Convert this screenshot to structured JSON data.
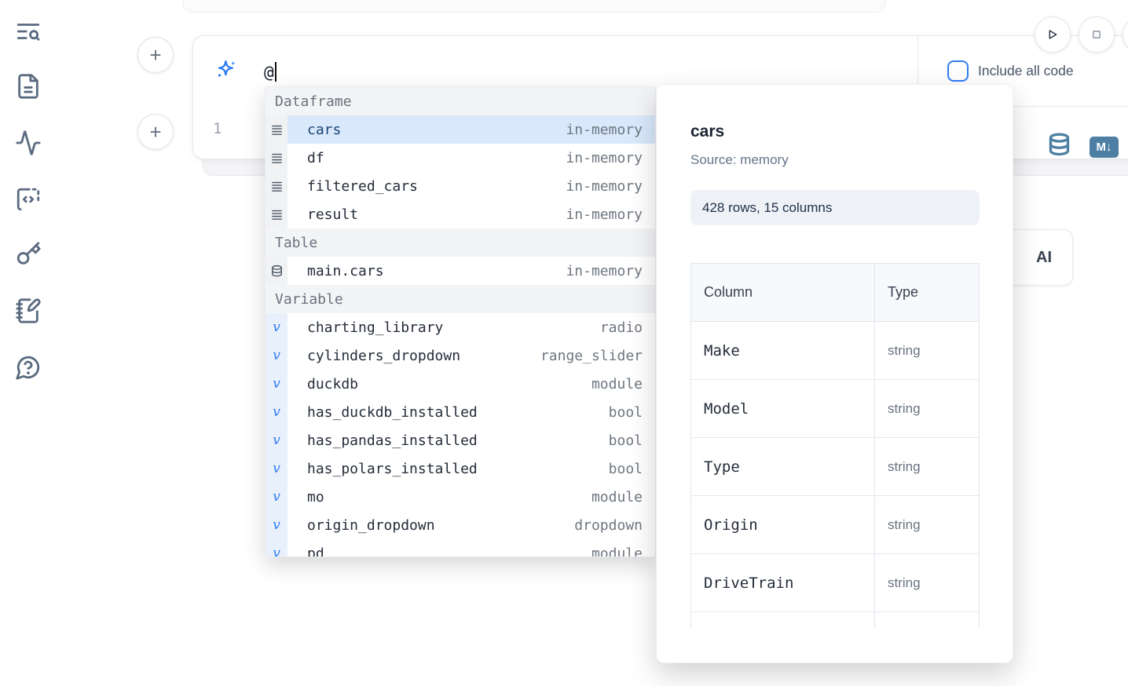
{
  "accent": {
    "blue": "#2f7cf6",
    "steel_blue": "#4d7fa4",
    "selection_bg": "#d9e9fb",
    "selection_text": "#1d4577"
  },
  "sidebar": {
    "items": [
      {
        "icon": "toc-search-icon"
      },
      {
        "icon": "file-text-icon"
      },
      {
        "icon": "activity-icon"
      },
      {
        "icon": "code-snippet-icon"
      },
      {
        "icon": "key-icon"
      },
      {
        "icon": "notebook-pen-icon"
      },
      {
        "icon": "help-chat-icon"
      }
    ]
  },
  "run_controls": {
    "play_icon": "play-icon",
    "stop_icon": "stop-icon"
  },
  "add_buttons": {
    "label": "+"
  },
  "cell": {
    "prompt_value": "@",
    "line_number": "1",
    "include_all_code_label": "Include all code",
    "tool_icons": [
      "database-icon",
      "markdown-icon"
    ],
    "markdown_badge": "M↓"
  },
  "ai_button": {
    "label": "AI"
  },
  "autocomplete": {
    "sections": [
      {
        "label": "Dataframe",
        "kind": "dataframe",
        "items": [
          {
            "name": "cars",
            "detail": "in-memory",
            "selected": true
          },
          {
            "name": "df",
            "detail": "in-memory"
          },
          {
            "name": "filtered_cars",
            "detail": "in-memory"
          },
          {
            "name": "result",
            "detail": "in-memory"
          }
        ]
      },
      {
        "label": "Table",
        "kind": "table",
        "items": [
          {
            "name": "main.cars",
            "detail": "in-memory"
          }
        ]
      },
      {
        "label": "Variable",
        "kind": "variable",
        "items": [
          {
            "name": "charting_library",
            "detail": "radio"
          },
          {
            "name": "cylinders_dropdown",
            "detail": "range_slider"
          },
          {
            "name": "duckdb",
            "detail": "module"
          },
          {
            "name": "has_duckdb_installed",
            "detail": "bool"
          },
          {
            "name": "has_pandas_installed",
            "detail": "bool"
          },
          {
            "name": "has_polars_installed",
            "detail": "bool"
          },
          {
            "name": "mo",
            "detail": "module"
          },
          {
            "name": "origin_dropdown",
            "detail": "dropdown"
          },
          {
            "name": "pd",
            "detail": "module"
          }
        ]
      }
    ]
  },
  "preview": {
    "title": "cars",
    "source_label": "Source: memory",
    "shape_badge": "428 rows, 15 columns",
    "table": {
      "col_header": "Column",
      "type_header": "Type",
      "rows": [
        {
          "name": "Make",
          "type": "string"
        },
        {
          "name": "Model",
          "type": "string"
        },
        {
          "name": "Type",
          "type": "string"
        },
        {
          "name": "Origin",
          "type": "string"
        },
        {
          "name": "DriveTrain",
          "type": "string"
        },
        {
          "name": "",
          "type": ""
        }
      ]
    }
  }
}
